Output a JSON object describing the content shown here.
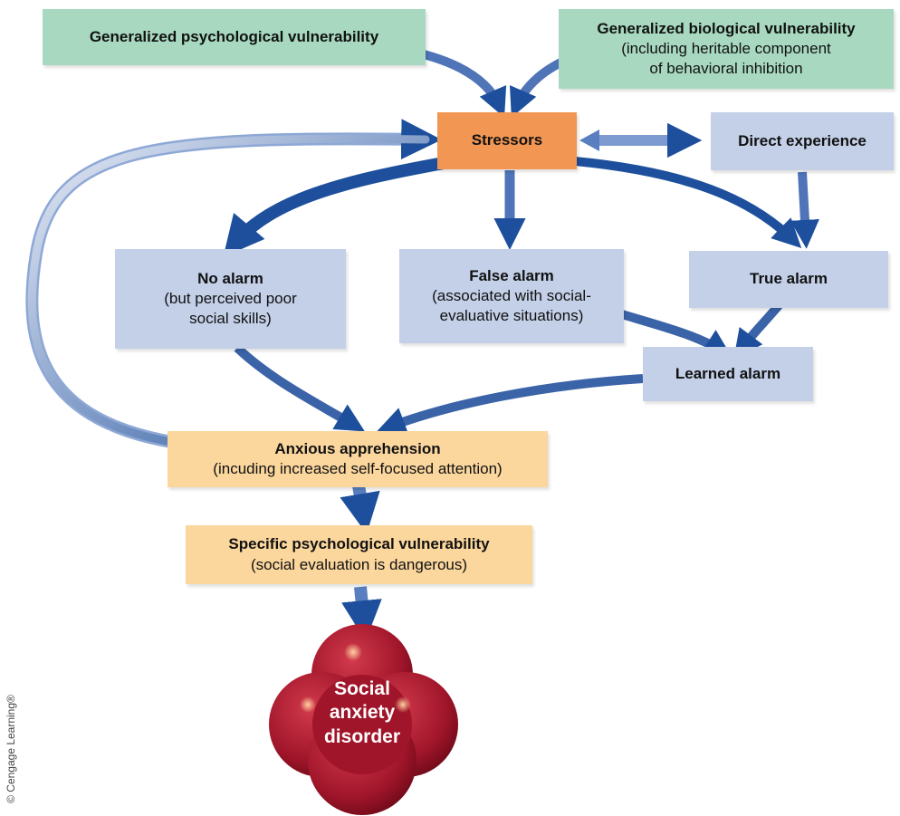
{
  "boxes": {
    "gen_psych": {
      "title": "Generalized psychological vulnerability"
    },
    "gen_bio": {
      "title": "Generalized biological vulnerability",
      "line1": "(including heritable component",
      "line2": "of behavioral inhibition"
    },
    "stressors": {
      "title": "Stressors"
    },
    "direct": {
      "title": "Direct experience"
    },
    "no_alarm": {
      "title": "No alarm",
      "line1": "(but perceived poor",
      "line2": "social skills)"
    },
    "false_alarm": {
      "title": "False alarm",
      "line1": "(associated with social-",
      "line2": "evaluative situations)"
    },
    "true_alarm": {
      "title": "True alarm"
    },
    "learned_alarm": {
      "title": "Learned alarm"
    },
    "anxious": {
      "title": "Anxious apprehension",
      "line1": "(incuding increased self-focused attention)"
    },
    "specific": {
      "title": "Specific psychological vulnerability",
      "line1": "(social evaluation is dangerous)"
    },
    "disorder": {
      "line1": "Social",
      "line2": "anxiety",
      "line3": "disorder"
    }
  },
  "credit": "© Cengage Learning®",
  "colors": {
    "green": "#a8d9c0",
    "blue": "#c3d0e8",
    "orange": "#f29653",
    "yellow": "#fbd79e",
    "arrow": "#1d4f9c",
    "disorder": "#a0152a"
  }
}
